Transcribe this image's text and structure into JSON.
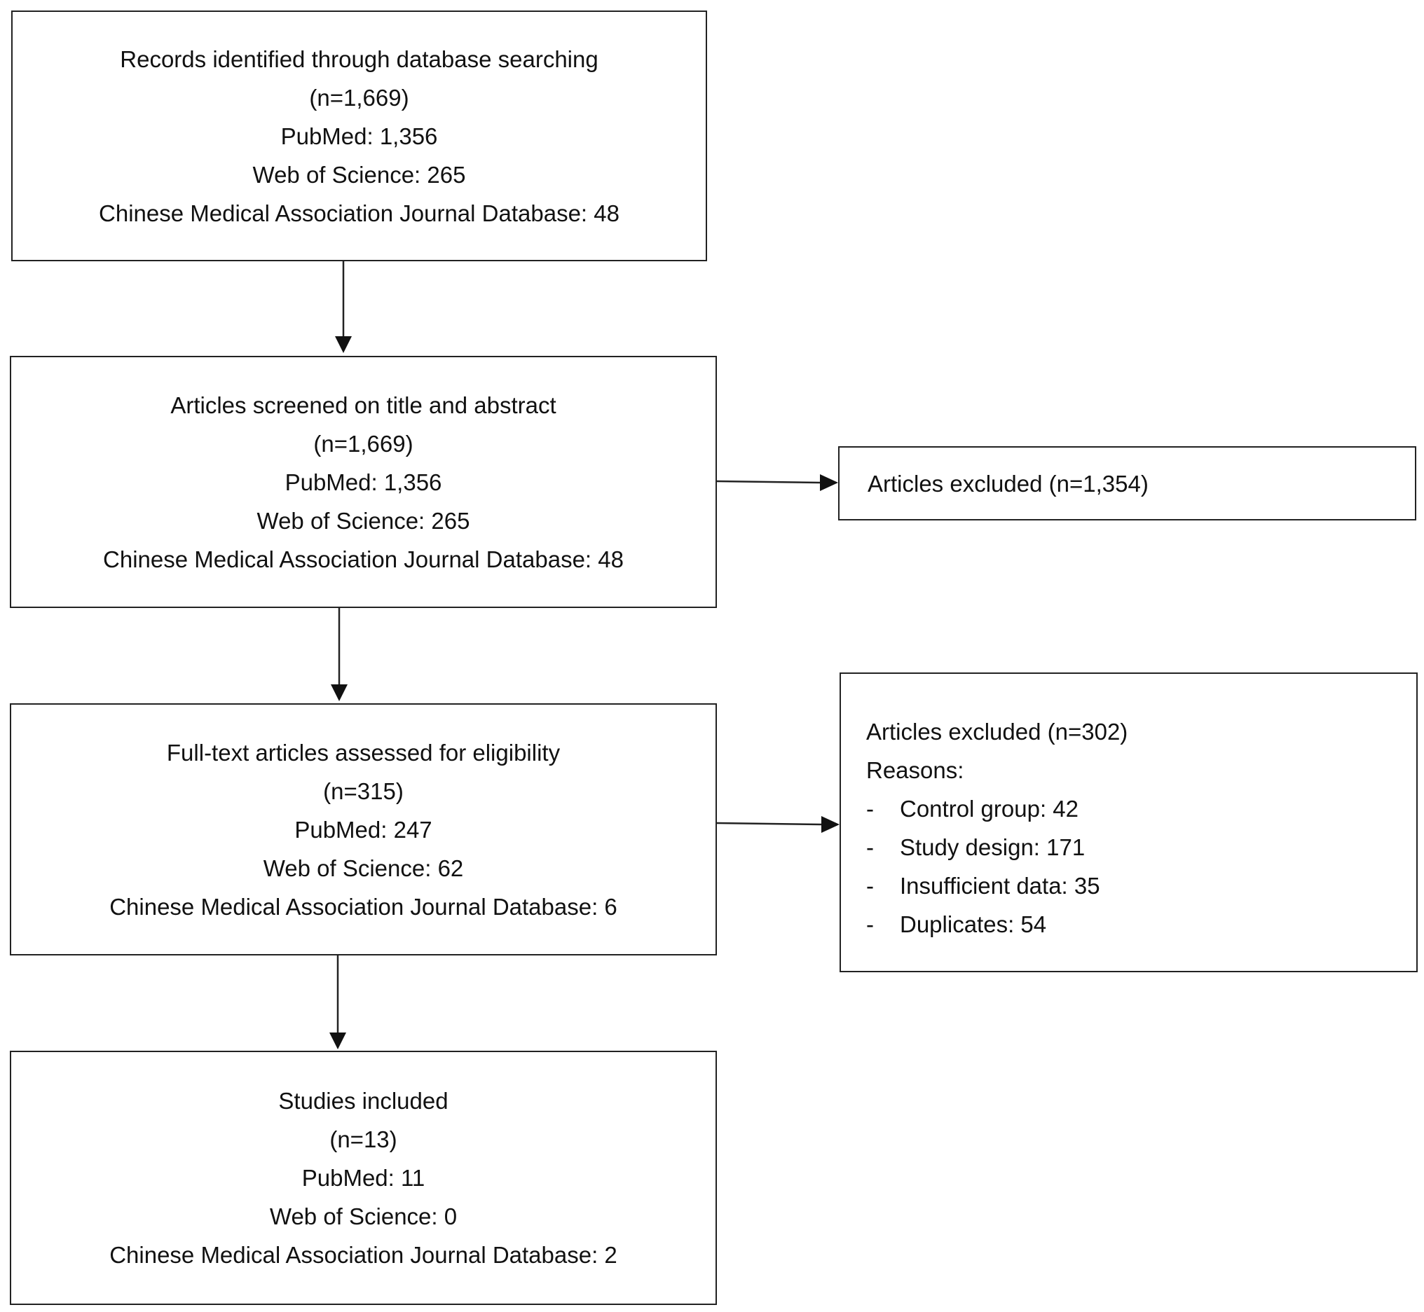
{
  "identification": {
    "title": "Records identified through database searching",
    "count": "(n=1,669)",
    "pubmed": "PubMed: 1,356",
    "wos": "Web of Science: 265",
    "cma": "Chinese Medical Association Journal Database: 48"
  },
  "screening": {
    "title": "Articles screened on title and abstract",
    "count": "(n=1,669)",
    "pubmed": "PubMed: 1,356",
    "wos": "Web of Science: 265",
    "cma": "Chinese Medical Association Journal Database: 48"
  },
  "eligibility": {
    "title": "Full-text articles assessed for eligibility",
    "count": "(n=315)",
    "pubmed": "PubMed: 247",
    "wos": "Web of Science: 62",
    "cma": "Chinese Medical Association Journal Database: 6"
  },
  "included": {
    "title": "Studies included",
    "count": "(n=13)",
    "pubmed": "PubMed: 11",
    "wos": "Web of Science: 0",
    "cma": "Chinese Medical Association Journal Database: 2"
  },
  "excluded_screening": {
    "label": "Articles excluded (n=1,354)"
  },
  "excluded_fulltext": {
    "label": "Articles excluded (n=302)",
    "reasons_label": "Reasons:",
    "reasons": [
      {
        "dash": "-",
        "text": "Control group: 42"
      },
      {
        "dash": "-",
        "text": "Study design:  171"
      },
      {
        "dash": "-",
        "text": "Insufficient data: 35"
      },
      {
        "dash": "-",
        "text": "Duplicates:  54"
      }
    ]
  }
}
